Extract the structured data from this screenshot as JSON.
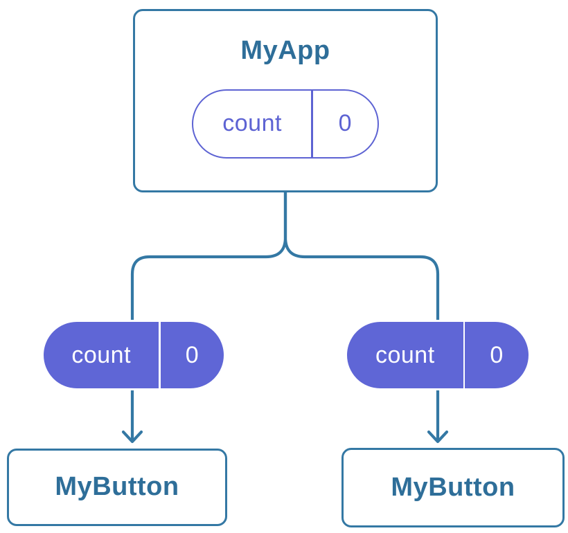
{
  "diagram": {
    "colors": {
      "line": "#3478A4",
      "text": "#2E6E99",
      "purple": "#5D63D3",
      "pill_fill": "#5F66D6"
    },
    "root": {
      "label": "MyApp",
      "prop": {
        "name": "count",
        "value": "0"
      }
    },
    "children": [
      {
        "label": "MyButton",
        "prop": {
          "name": "count",
          "value": "0"
        }
      },
      {
        "label": "MyButton",
        "prop": {
          "name": "count",
          "value": "0"
        }
      }
    ]
  }
}
